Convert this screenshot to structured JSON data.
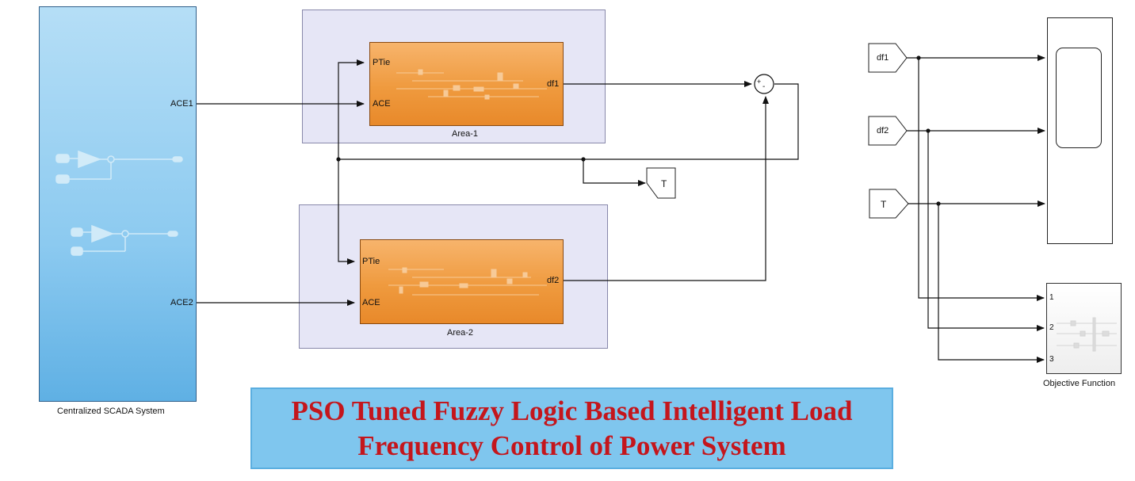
{
  "scada": {
    "label": "Centralized SCADA System",
    "port_ace1": "ACE1",
    "port_ace2": "ACE2"
  },
  "area1": {
    "label": "Area-1",
    "in_ptie": "PTie",
    "in_ace": "ACE",
    "out": "df1"
  },
  "area2": {
    "label": "Area-2",
    "in_ptie": "PTie",
    "in_ace": "ACE",
    "out": "df2"
  },
  "sum": {
    "plus": "+",
    "minus": "-"
  },
  "goto_t": "T",
  "from_tags": {
    "df1": "df1",
    "df2": "df2",
    "t": "T"
  },
  "objective": {
    "label": "Objective Function",
    "ports": [
      "1",
      "2",
      "3"
    ]
  },
  "banner": {
    "line1": "PSO Tuned Fuzzy Logic Based Intelligent Load",
    "line2": "Frequency Control of Power System",
    "color": "#c4161c",
    "background": "#7fc6ee"
  }
}
